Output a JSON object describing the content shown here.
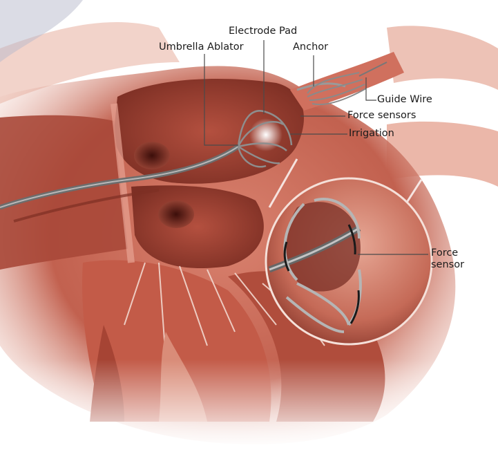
{
  "illustration": {
    "labels": {
      "electrode_pad": "Electrode Pad",
      "umbrella_ablator": "Umbrella Ablator",
      "anchor": "Anchor",
      "guide_wire": "Guide Wire",
      "force_sensors": "Force sensors",
      "irrigation": "Irrigation",
      "force_sensor": "Force sensor"
    },
    "colors": {
      "background": "#ffffff",
      "tissue_dark": "#8e3b2f",
      "tissue_mid": "#c2614f",
      "tissue_light": "#e6a393",
      "wire": "#7a7a7a",
      "leader_line": "#4a4a4a"
    }
  }
}
